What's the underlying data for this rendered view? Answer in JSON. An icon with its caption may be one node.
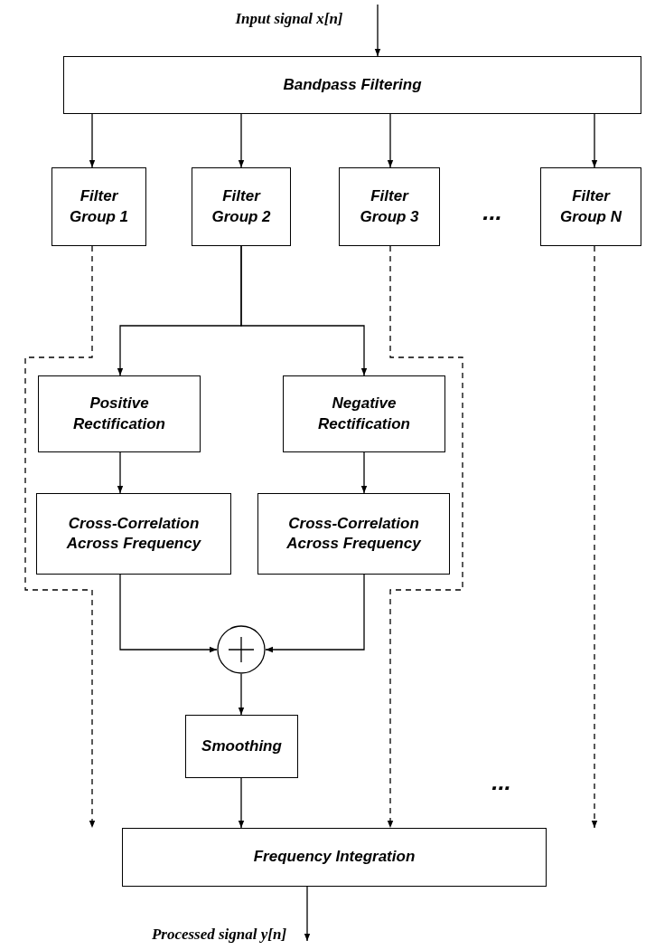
{
  "diagram": {
    "nodes": [
      {
        "text": [
          "Bandpass Filtering"
        ]
      },
      {
        "text": [
          "Filter Group 1"
        ]
      },
      {
        "text": [
          "Filter Group 2"
        ]
      },
      {
        "text": [
          "Filter Group 3"
        ]
      },
      {
        "text": [
          "Filter Group N"
        ]
      },
      {
        "text": [
          "Positive Rectification"
        ]
      },
      {
        "text": [
          "Negative Rectification"
        ]
      },
      {
        "text": [
          "Cross-Correlation Across Frequency"
        ]
      },
      {
        "text": [
          "Cross-Correlation Across Frequency"
        ]
      },
      {
        "text": [],
        "shape": "circle"
      },
      {
        "text": [
          "Smoothing"
        ]
      },
      {
        "text": [
          "Frequency Integration"
        ]
      }
    ],
    "edges": [
      {
        "from": null,
        "to": 0,
        "arrow": "to"
      },
      {
        "from": 0,
        "to": 1,
        "arrow": "to"
      },
      {
        "from": 0,
        "to": 2,
        "arrow": "to"
      },
      {
        "from": 0,
        "to": 3,
        "arrow": "to"
      },
      {
        "from": 0,
        "to": 4,
        "arrow": "to"
      },
      {
        "from": 2,
        "to": 5,
        "arrow": "to"
      },
      {
        "from": 2,
        "to": 6,
        "arrow": "to"
      },
      {
        "from": 5,
        "to": 7,
        "arrow": "to"
      },
      {
        "from": 6,
        "to": 8,
        "arrow": "to"
      },
      {
        "from": 7,
        "to": 9,
        "arrow": "to"
      },
      {
        "from": 8,
        "to": 9,
        "arrow": "to"
      },
      {
        "from": 9,
        "to": 10,
        "arrow": "to"
      },
      {
        "from": 10,
        "to": 11,
        "arrow": "to"
      },
      {
        "from": 1,
        "to": 11,
        "arrow": "to",
        "style": "dashed"
      },
      {
        "from": 3,
        "to": 11,
        "arrow": "to",
        "style": "dashed"
      },
      {
        "from": 4,
        "to": 11,
        "arrow": "to",
        "style": "dashed"
      },
      {
        "from": 11,
        "to": null,
        "arrow": "to"
      }
    ],
    "labels": [
      "Input signal x[n]",
      "...",
      "...",
      "Processed signal y[n]"
    ]
  }
}
